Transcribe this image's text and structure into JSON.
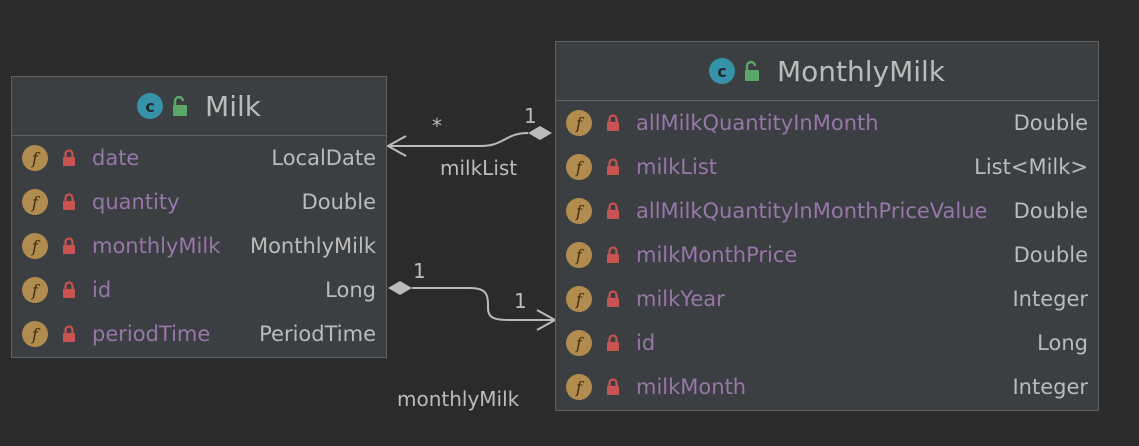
{
  "classes": {
    "milk": {
      "name": "Milk",
      "class_icon": "class-icon",
      "class_icon_letter": "c",
      "fields": [
        {
          "name": "date",
          "type": "LocalDate"
        },
        {
          "name": "quantity",
          "type": "Double"
        },
        {
          "name": "monthlyMilk",
          "type": "MonthlyMilk"
        },
        {
          "name": "id",
          "type": "Long"
        },
        {
          "name": "periodTime",
          "type": "PeriodTime"
        }
      ]
    },
    "monthly_milk": {
      "name": "MonthlyMilk",
      "class_icon": "class-icon",
      "class_icon_letter": "c",
      "fields": [
        {
          "name": "allMilkQuantityInMonth",
          "type": "Double"
        },
        {
          "name": "milkList",
          "type": "List<Milk>"
        },
        {
          "name": "allMilkQuantityInMonthPriceValue",
          "type": "Double"
        },
        {
          "name": "milkMonthPrice",
          "type": "Double"
        },
        {
          "name": "milkYear",
          "type": "Integer"
        },
        {
          "name": "id",
          "type": "Long"
        },
        {
          "name": "milkMonth",
          "type": "Integer"
        }
      ]
    }
  },
  "field_icon_letter": "f",
  "relations": {
    "milk_list": {
      "label": "milkList",
      "source_multiplicity": "1",
      "target_multiplicity": "*"
    },
    "monthly_milk": {
      "label": "monthlyMilk",
      "source_multiplicity": "1",
      "target_multiplicity": "1"
    }
  },
  "colors": {
    "background": "#2b2b2b",
    "box": "#3c3f41",
    "field_name": "#9876aa",
    "type": "#bbbbbb",
    "class_icon": "#3592a8",
    "field_icon": "#b28c4f",
    "lock_private": "#c75450",
    "lock_open": "#59a869"
  }
}
